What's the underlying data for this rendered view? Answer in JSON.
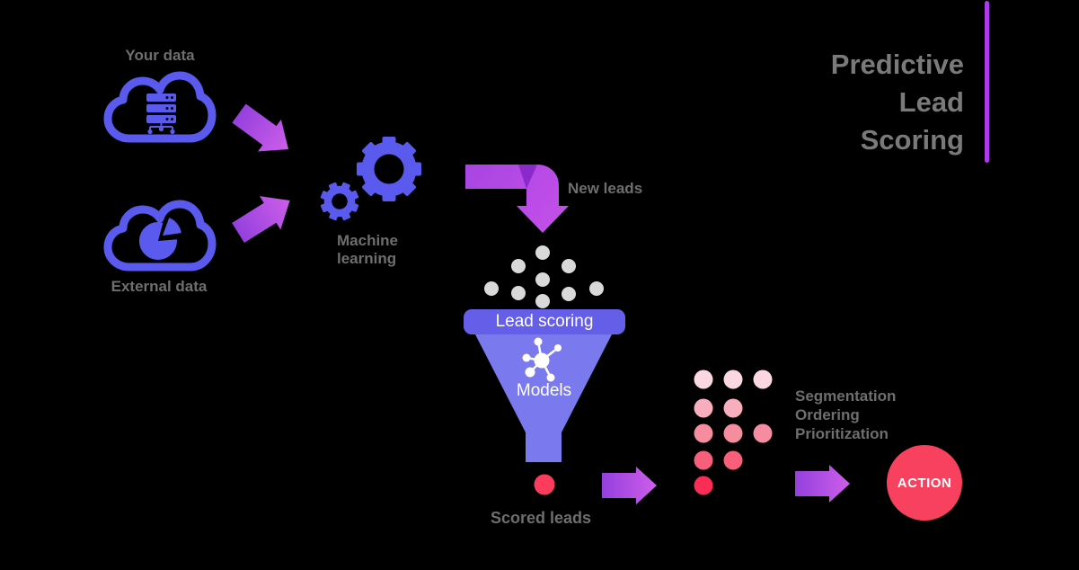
{
  "title": {
    "line1": "Predictive",
    "line2": "Lead",
    "line3": "Scoring"
  },
  "nodes": {
    "your_data": {
      "label": "Your data"
    },
    "external_data": {
      "label": "External data"
    },
    "machine_learning": {
      "line1": "Machine",
      "line2": "learning"
    },
    "new_leads": {
      "label": "New leads"
    },
    "funnel": {
      "header": "Lead scoring",
      "body": "Models"
    },
    "scored_leads": {
      "label": "Scored leads"
    },
    "outcomes": {
      "line1": "Segmentation",
      "line2": "Ordering",
      "line3": "Prioritization"
    },
    "action": {
      "label": "ACTION"
    }
  },
  "colors": {
    "background": "#000000",
    "cloud_outline": "#5A5AEF",
    "gear": "#5A5AEF",
    "funnel_header": "#655EE8",
    "funnel_body": "#7B79EE",
    "arrow_gradient_start": "#9440DE",
    "arrow_gradient_end": "#CE5EEA",
    "ribbon_gradient_start": "#A845E2",
    "ribbon_gradient_end": "#C44FE9",
    "ribbon_fold": "#8224C8",
    "accent_line": "#AD3BEC",
    "gray_dot": "#D9D9D9",
    "label_text": "#6E6E6E",
    "title_text": "#7A7A7A",
    "action_red": "#F8415F",
    "scored_dot": "#FB3C5C"
  },
  "lead_dots": {
    "incoming_count": 9,
    "grid_rows": [
      {
        "count": 3,
        "color": "#FBD8E1"
      },
      {
        "count": 2,
        "color": "#F8AEBD"
      },
      {
        "count": 3,
        "color": "#F58CA0"
      },
      {
        "count": 2,
        "color": "#F95F7B"
      },
      {
        "count": 1,
        "color": "#FB2C55"
      }
    ]
  }
}
